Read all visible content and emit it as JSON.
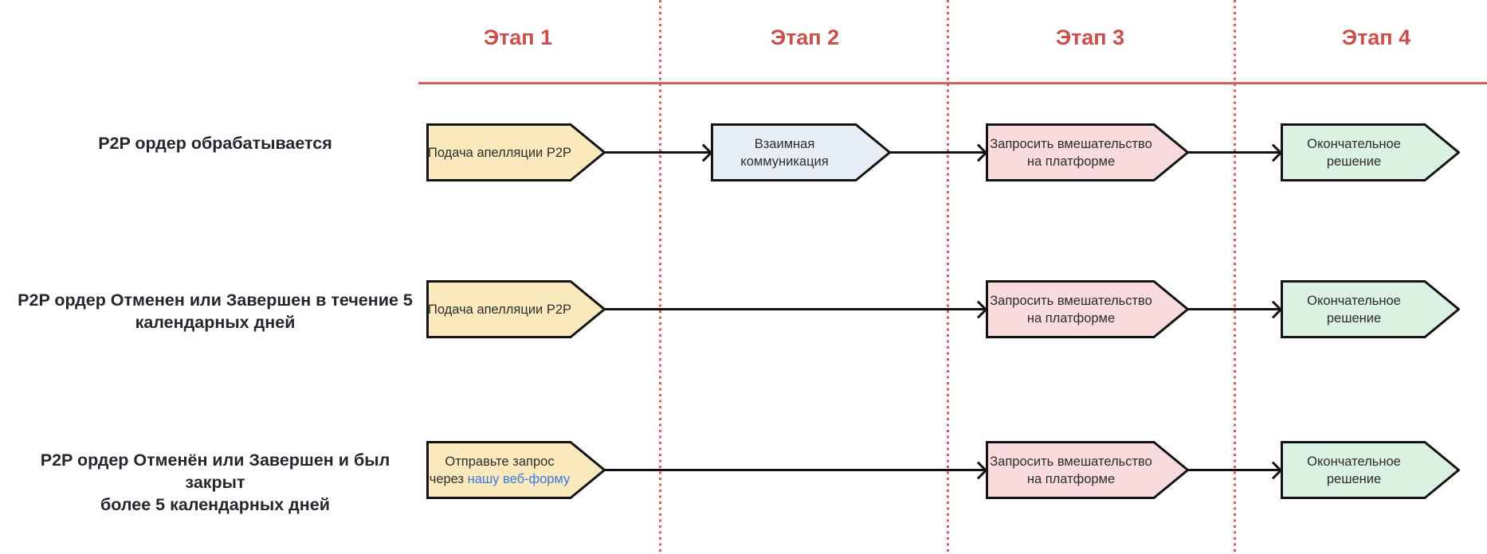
{
  "stages": [
    {
      "label": "Этап 1"
    },
    {
      "label": "Этап 2"
    },
    {
      "label": "Этап 3"
    },
    {
      "label": "Этап 4"
    }
  ],
  "colors": {
    "stage_header_text": "#c94f4c",
    "header_underline": "#d0605a",
    "column_divider": "#d95f5f",
    "box_border": "#141414",
    "box_fill_yellow": "#fae9bc",
    "box_fill_blue": "#e8eef8",
    "box_fill_pink": "#f9dbdd",
    "box_fill_green": "#dbf1e1",
    "arrow": "#131313",
    "row_label_text": "#24272e",
    "box_text": "#2d2d2d",
    "link_blue": "#3d78e0"
  },
  "rows": [
    {
      "label_lines": [
        "P2P ордер обрабатывается"
      ],
      "boxes": {
        "start": {
          "lines": [
            "Подача апелляции P2P"
          ]
        },
        "communication": {
          "lines": [
            "Взаимная",
            "коммуникация"
          ]
        },
        "platform": {
          "lines": [
            "Запросить вмешательство",
            "на платформе"
          ]
        },
        "final": {
          "lines": [
            "Окончательное",
            "решение"
          ]
        }
      }
    },
    {
      "label_lines": [
        "P2P ордер Отменен или Завершен в течение 5",
        "календарных дней"
      ],
      "boxes": {
        "start": {
          "lines": [
            "Подача апелляции P2P"
          ]
        },
        "platform": {
          "lines": [
            "Запросить вмешательство",
            "на платформе"
          ]
        },
        "final": {
          "lines": [
            "Окончательное",
            "решение"
          ]
        }
      }
    },
    {
      "label_lines": [
        "P2P ордер Отменён или Завершен и был закрыт",
        "более 5 календарных дней"
      ],
      "boxes": {
        "start": {
          "line1": "Отправьте запрос",
          "line2_prefix": "через ",
          "line2_link": "нашу веб-форму"
        },
        "platform": {
          "lines": [
            "Запросить вмешательство",
            "на платформе"
          ]
        },
        "final": {
          "lines": [
            "Окончательное",
            "решение"
          ]
        }
      }
    }
  ]
}
